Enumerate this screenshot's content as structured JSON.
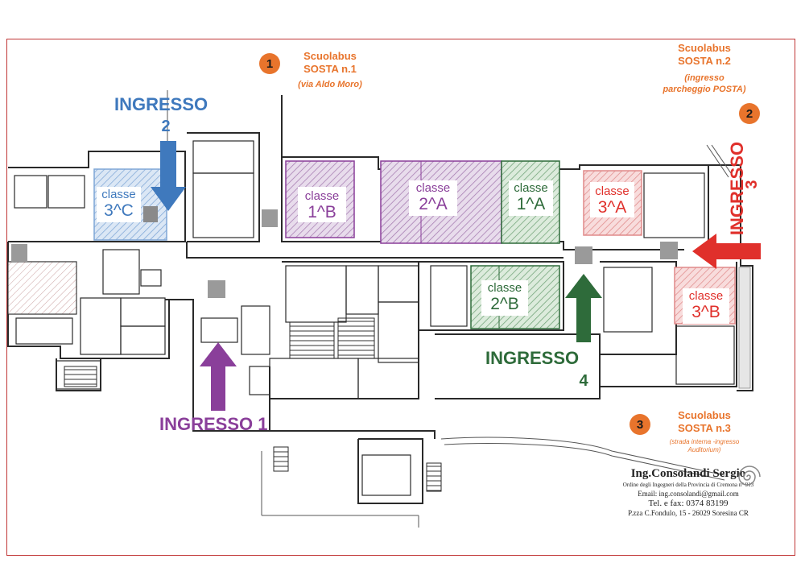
{
  "colors": {
    "orange": "#e8742c",
    "blue": "#3f79bd",
    "purple": "#8a3f9a",
    "green": "#2e6b3a",
    "red": "#e0302b",
    "wall": "#2a2a2a"
  },
  "stops": [
    {
      "number": "1",
      "title": "Scuolabus",
      "subtitle": "SOSTA n.1",
      "note": "(via Aldo Moro)"
    },
    {
      "number": "2",
      "title": "Scuolabus",
      "subtitle": "SOSTA n.2",
      "note_line1": "(ingresso",
      "note_line2": "parcheggio POSTA)"
    },
    {
      "number": "3",
      "title": "Scuolabus",
      "subtitle": "SOSTA n.3",
      "note_line1": "(strada interna -ingresso",
      "note_line2": "Auditorium)"
    }
  ],
  "entrances": {
    "e1": {
      "label": "INGRESSO 1"
    },
    "e2": {
      "label": "INGRESSO",
      "number": "2"
    },
    "e3": {
      "label": "INGRESSO",
      "number": "3"
    },
    "e4": {
      "label": "INGRESSO",
      "number": "4"
    }
  },
  "rooms": [
    {
      "word": "classe",
      "code": "3^C"
    },
    {
      "word": "classe",
      "code": "1^B"
    },
    {
      "word": "classe",
      "code": "2^A"
    },
    {
      "word": "classe",
      "code": "1^A"
    },
    {
      "word": "classe",
      "code": "3^A"
    },
    {
      "word": "classe",
      "code": "2^B"
    },
    {
      "word": "classe",
      "code": "3^B"
    }
  ],
  "title_block": {
    "name": "Ing.Consolandi Sergio",
    "line1": "Ordine degli Ingegneri della Provincia di Cremona n° 913",
    "line2": "Email: ing.consolandi@gmail.com",
    "line3": "Tel. e fax: 0374 83199",
    "line4": "P.zza C.Fondulo, 15 - 26029 Soresina CR"
  }
}
